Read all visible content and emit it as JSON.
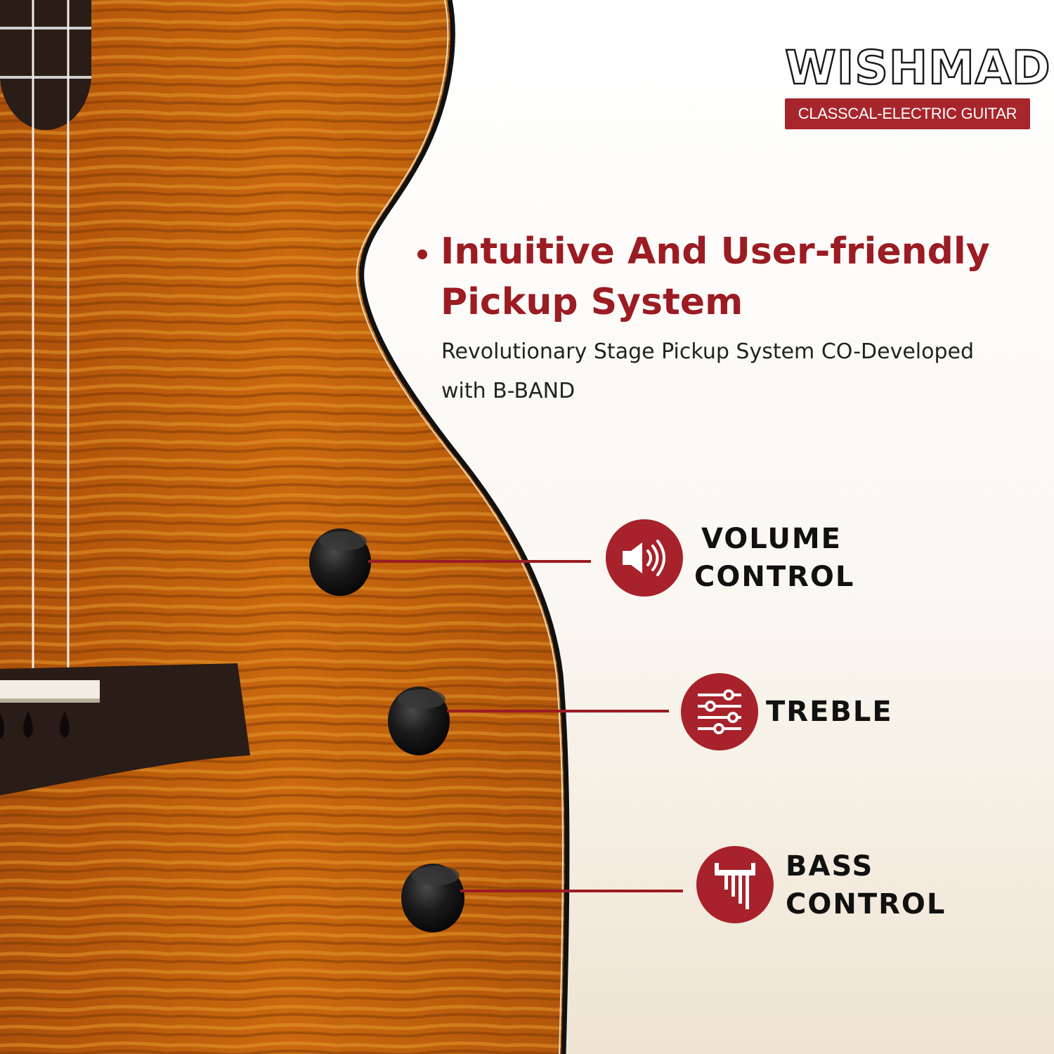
{
  "brand": {
    "logo": "WISHMADE",
    "tagline": "CLASSCAL-ELECTRIC GUITAR"
  },
  "headline": {
    "line1": "Intuitive And User-friendly",
    "line2": "Pickup System"
  },
  "subtext": {
    "line1": "Revolutionary Stage Pickup System CO-Developed",
    "line2": "with B-BAND"
  },
  "controls": [
    {
      "line1": "VOLUME",
      "line2": "CONTROL",
      "icon": "speaker-volume-icon"
    },
    {
      "line1": "TREBLE",
      "icon": "equalizer-sliders-icon"
    },
    {
      "line1": "BASS",
      "line2": "CONTROL",
      "icon": "bass-comb-icon"
    }
  ],
  "colors": {
    "accent": "#a7222a",
    "wood": "#c8620c",
    "ebony": "#2a1c17"
  }
}
